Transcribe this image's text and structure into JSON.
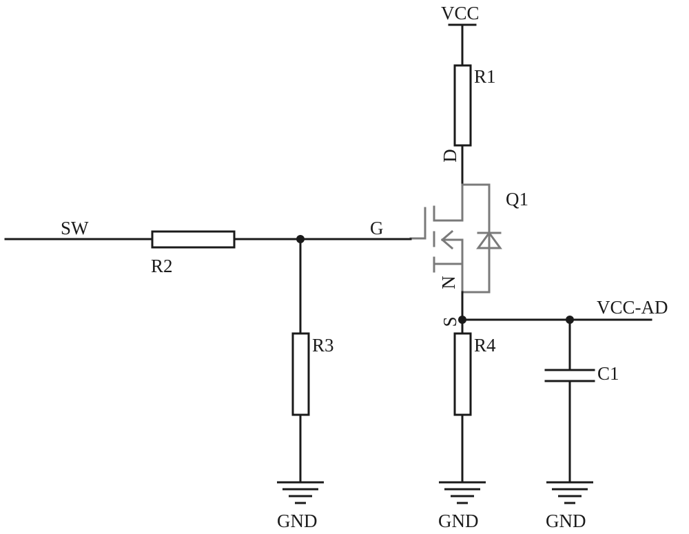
{
  "schematic": {
    "nets": {
      "vcc": "VCC",
      "sw": "SW",
      "vcc_ad": "VCC-AD",
      "gnd_r3": "GND",
      "gnd_r4": "GND",
      "gnd_c1": "GND"
    },
    "components": {
      "r1": "R1",
      "r2": "R2",
      "r3": "R3",
      "r4": "R4",
      "c1": "C1",
      "q1": "Q1"
    },
    "pins": {
      "drain": "D",
      "gate": "G",
      "source": "S",
      "channel": "N"
    }
  }
}
